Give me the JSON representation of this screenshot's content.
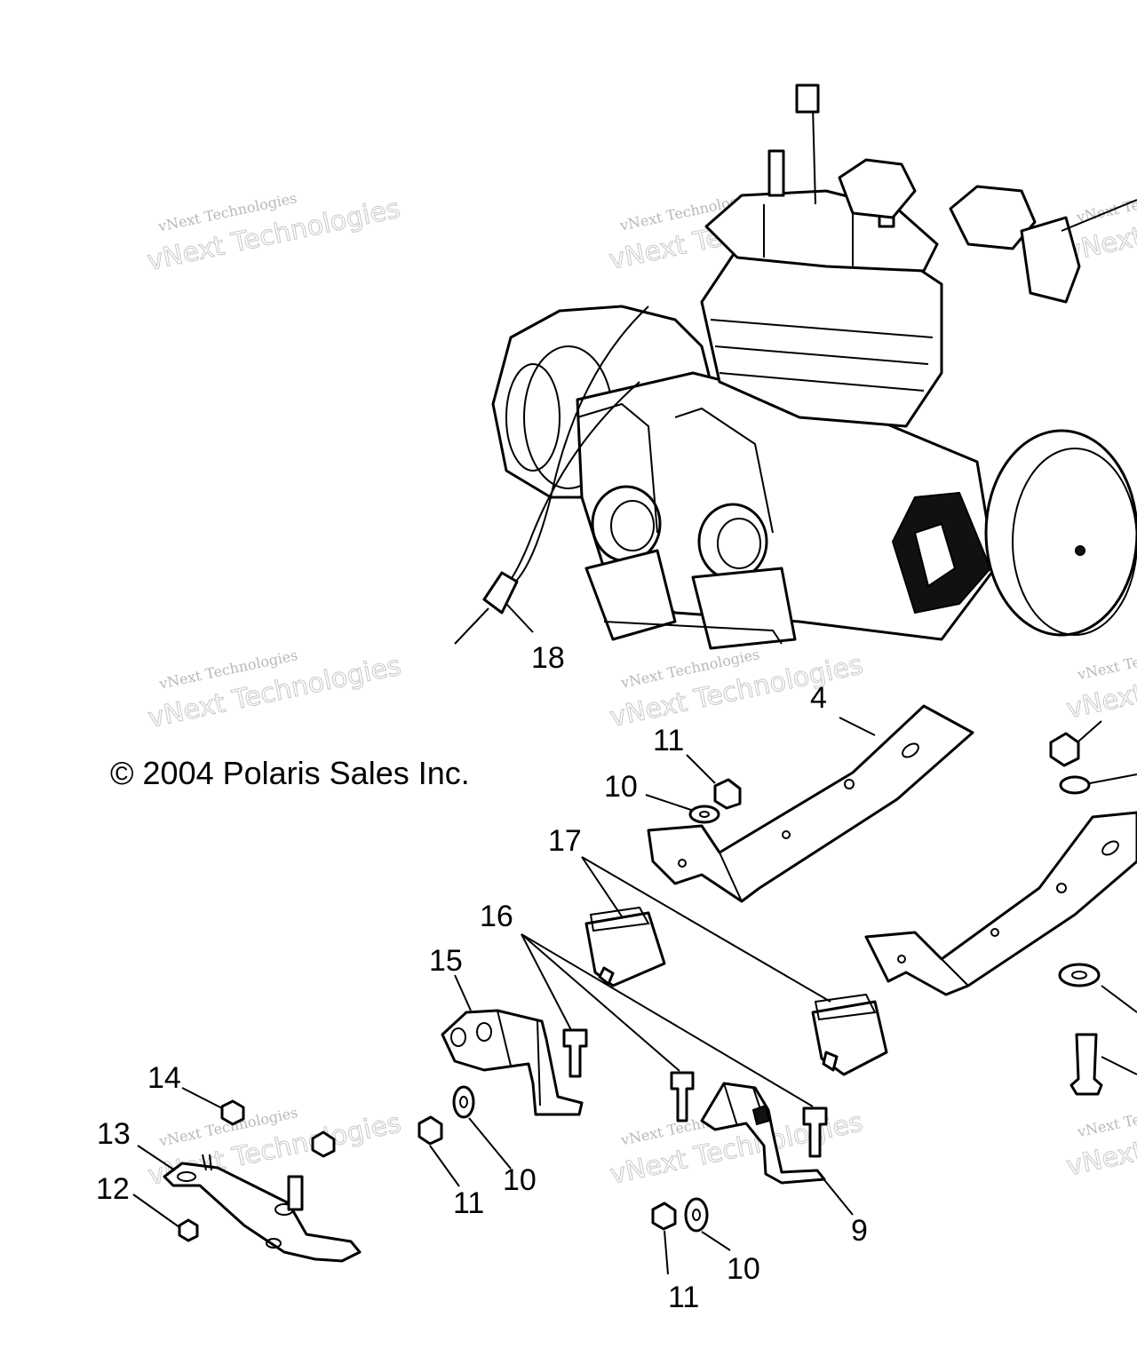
{
  "copyright": "© 2004 Polaris Sales Inc.",
  "watermark": {
    "line1": "vNext Technologies",
    "line2": "vNext Technologies"
  },
  "callouts": {
    "c4": "4",
    "c9": "9",
    "c10a": "10",
    "c10b": "10",
    "c10c": "10",
    "c11a": "11",
    "c11b": "11",
    "c11c": "11",
    "c12": "12",
    "c13": "13",
    "c14": "14",
    "c15": "15",
    "c16": "16",
    "c17": "17",
    "c18": "18"
  }
}
